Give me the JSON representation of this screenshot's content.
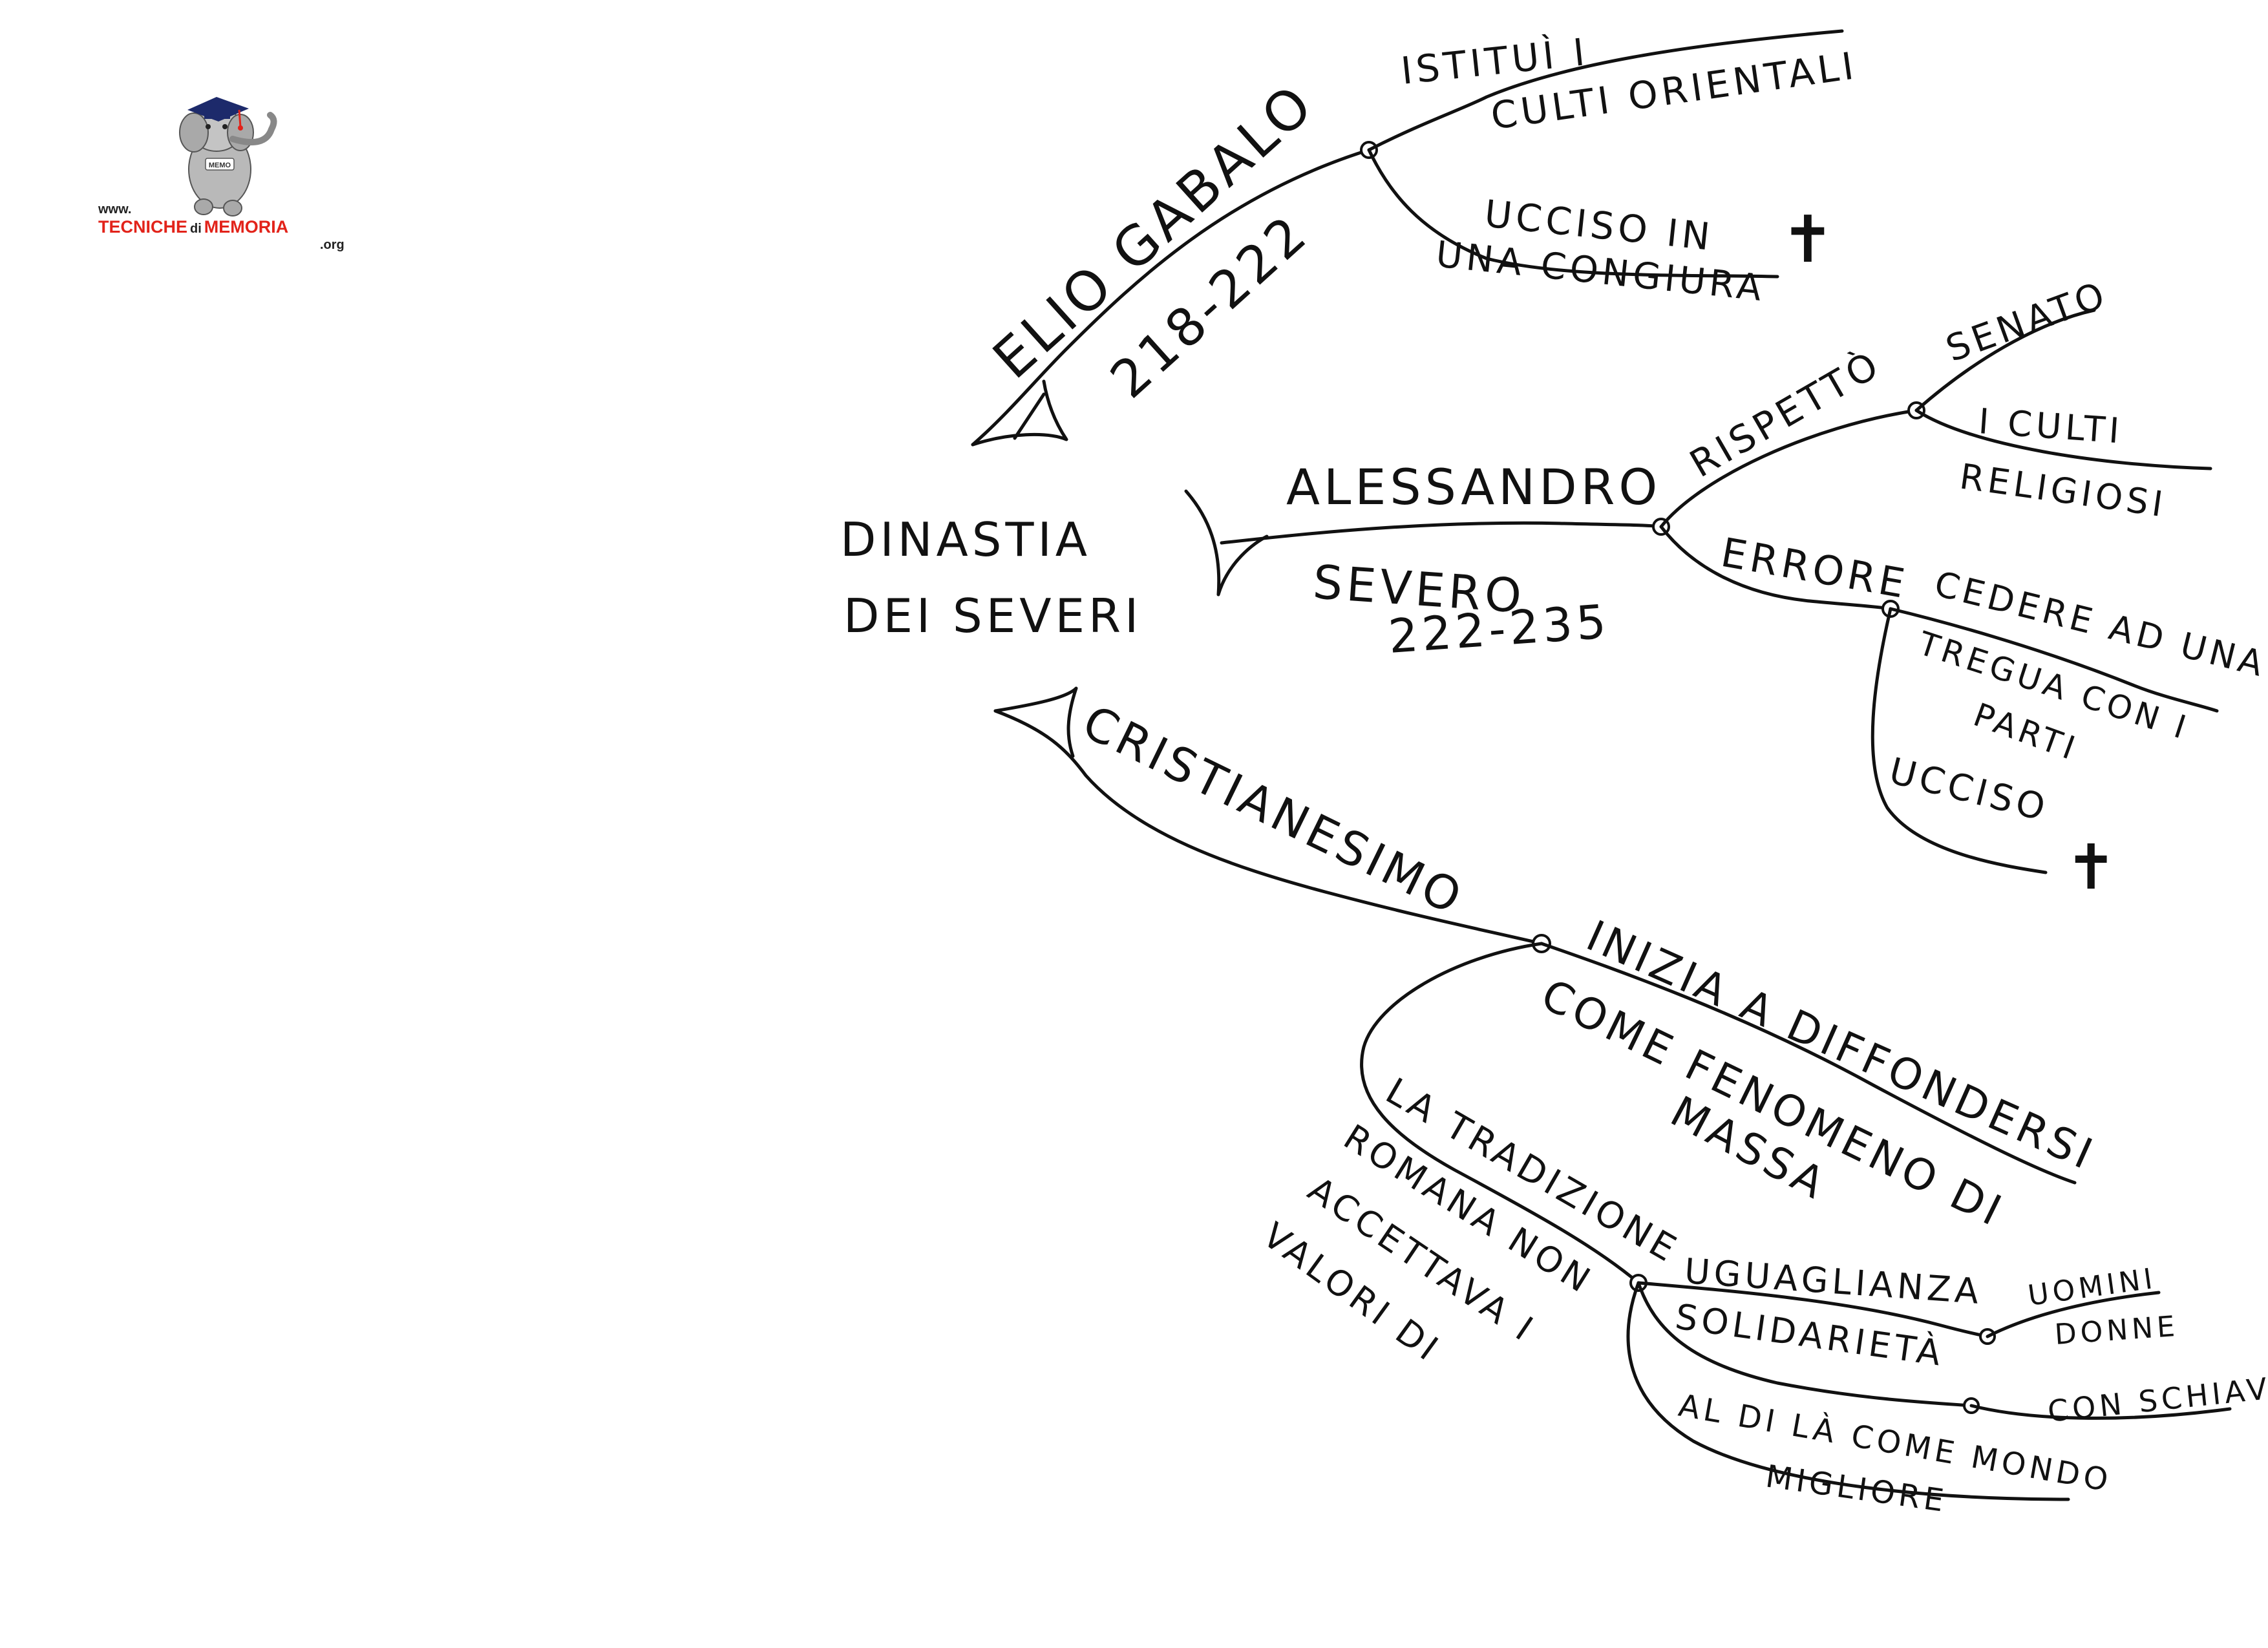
{
  "logo": {
    "www": "www.",
    "brand_part1": "TECNICHE",
    "brand_part2": "di",
    "brand_part3": "MEMORIA",
    "tld": ".org",
    "badge": "MEMO",
    "colors": {
      "red": "#e2231a",
      "dark": "#222222",
      "cap": "#1d2a6b"
    }
  },
  "central": {
    "line1": "DINASTIA",
    "line2": "DEI SEVERI"
  },
  "branches": {
    "elio": {
      "name": "ELIO GABALO",
      "years": "218-222",
      "sub1_a": "ISTITUÌ I",
      "sub1_b": "CULTI ORIENTALI",
      "sub2_a": "UCCISO IN",
      "sub2_b": "UNA CONGIURA",
      "cross": "✝"
    },
    "alessandro": {
      "name": "ALESSANDRO",
      "name2": "SEVERO",
      "years": "222-235",
      "rispetto": "RISPETTÒ",
      "senato": "SENATO",
      "culti_a": "I CULTI",
      "culti_b": "RELIGIOSI",
      "errore": "ERRORE",
      "cedere_a": "CEDERE AD UNA",
      "cedere_b": "TREGUA CON I",
      "cedere_c": "PARTI",
      "ucciso": "UCCISO",
      "cross": "✝"
    },
    "cristianesimo": {
      "name": "CRISTIANESIMO",
      "inizia_a": "INIZIA A DIFFONDERSI",
      "inizia_b": "COME FENOMENO DI",
      "inizia_c": "MASSA",
      "tradizione_a": "LA TRADIZIONE",
      "tradizione_b": "ROMANA NON",
      "tradizione_c": "ACCETTAVA I",
      "tradizione_d": "VALORI DI",
      "uguaglianza": "UGUAGLIANZA",
      "uomini": "UOMINI",
      "donne": "DONNE",
      "solidarieta": "SOLIDARIETÀ",
      "schiavi": "CON SCHIAVI",
      "aldila_a": "AL DI LÀ COME MONDO",
      "aldila_b": "MIGLIORE"
    }
  }
}
